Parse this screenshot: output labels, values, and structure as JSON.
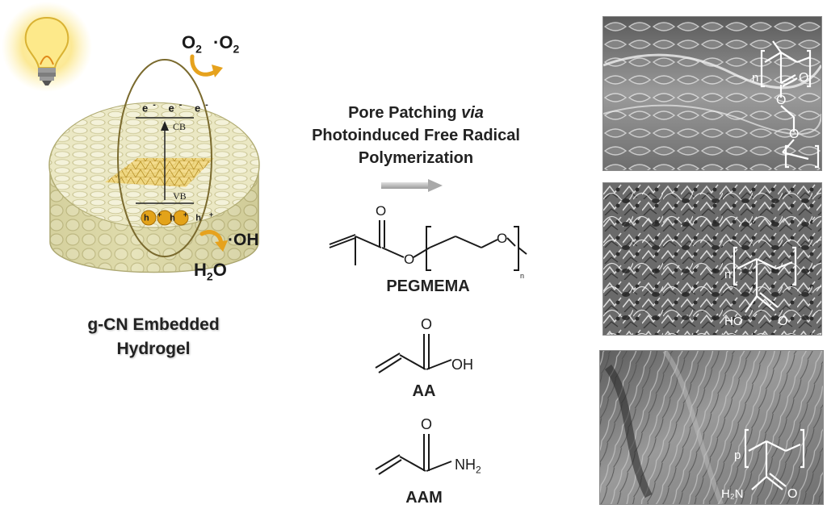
{
  "left_panel": {
    "caption_line1": "g-CN Embedded",
    "caption_line2": "Hydrogel",
    "o2": "O",
    "o2_sub": "2",
    "o2_radical": "·O",
    "o2_radical_sub": "2",
    "oh_radical": "·OH",
    "h2o": "H",
    "h2o_sub": "2",
    "h2o_end": "O",
    "cb_label": "CB",
    "vb_label": "VB",
    "electron": "e",
    "electron_sup": "-",
    "hole": "h",
    "hole_sup": "+"
  },
  "middle_panel": {
    "method_line1_a": "Pore Patching ",
    "method_line1_b": "via",
    "method_line2": "Photoinduced Free Radical",
    "method_line3": "Polymerization",
    "monomers": [
      {
        "name": "PEGMEMA",
        "atom_o1": "O",
        "atom_o2": "O",
        "atom_o3": "O",
        "repeat": "n"
      },
      {
        "name": "AA",
        "atom_o": "O",
        "group": "OH"
      },
      {
        "name": "AAM",
        "atom_o": "O",
        "group": "NH",
        "group_sub": "2"
      }
    ]
  },
  "right_panel": {
    "images": [
      {
        "repeat": "n",
        "atom_o1": "O",
        "atom_o2": "O",
        "atom_o3": "O"
      },
      {
        "repeat": "n",
        "group": "HO",
        "atom_o": "O"
      },
      {
        "repeat": "p",
        "group": "H₂N",
        "atom_o": "O"
      }
    ]
  }
}
